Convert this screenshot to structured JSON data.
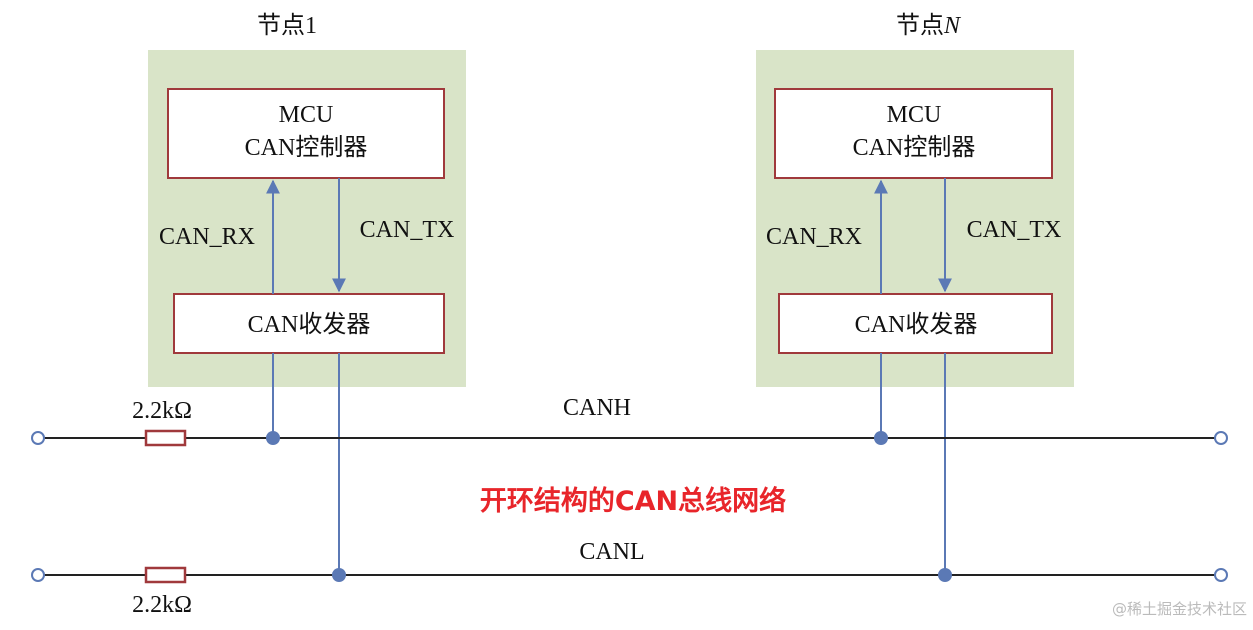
{
  "nodes": [
    {
      "title_prefix": "节点",
      "title_suffix": "1",
      "mcu_line1": "MCU",
      "mcu_line2": "CAN控制器",
      "rx_label": "CAN_RX",
      "tx_label": "CAN_TX",
      "transceiver_label": "CAN收发器"
    },
    {
      "title_prefix": "节点",
      "title_suffix": "N",
      "mcu_line1": "MCU",
      "mcu_line2": "CAN控制器",
      "rx_label": "CAN_RX",
      "tx_label": "CAN_TX",
      "transceiver_label": "CAN收发器"
    }
  ],
  "bus": {
    "canh_label": "CANH",
    "canl_label": "CANL",
    "resistor_top_label": "2.2kΩ",
    "resistor_bottom_label": "2.2kΩ"
  },
  "caption": "开环结构的CAN总线网络",
  "watermark": "@稀土掘金技术社区",
  "colors": {
    "node_bg": "#d9e4c8",
    "box_border": "#a0393c",
    "caption": "#e8252a",
    "wire": "#5b79b5",
    "bus_line": "#222222",
    "watermark": "#bbbbbb"
  }
}
